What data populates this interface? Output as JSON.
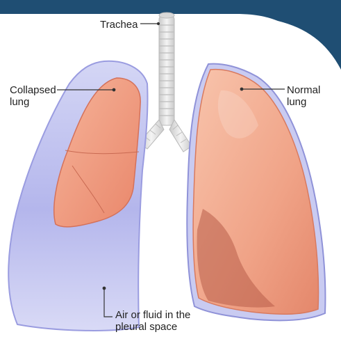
{
  "labels": {
    "trachea": "Trachea",
    "collapsed_lung": [
      "Collapsed",
      "lung"
    ],
    "normal_lung": [
      "Normal",
      "lung"
    ],
    "pleural_space": [
      "Air or fluid in the",
      "pleural space"
    ]
  },
  "colors": {
    "banner": "#1f4e73",
    "pleural_fill": "#b7b9ee",
    "lung_fill": "#f2a182",
    "lung_shadow": "#b85d48",
    "trachea": "#e6e6e6",
    "leader_line": "#333333"
  }
}
